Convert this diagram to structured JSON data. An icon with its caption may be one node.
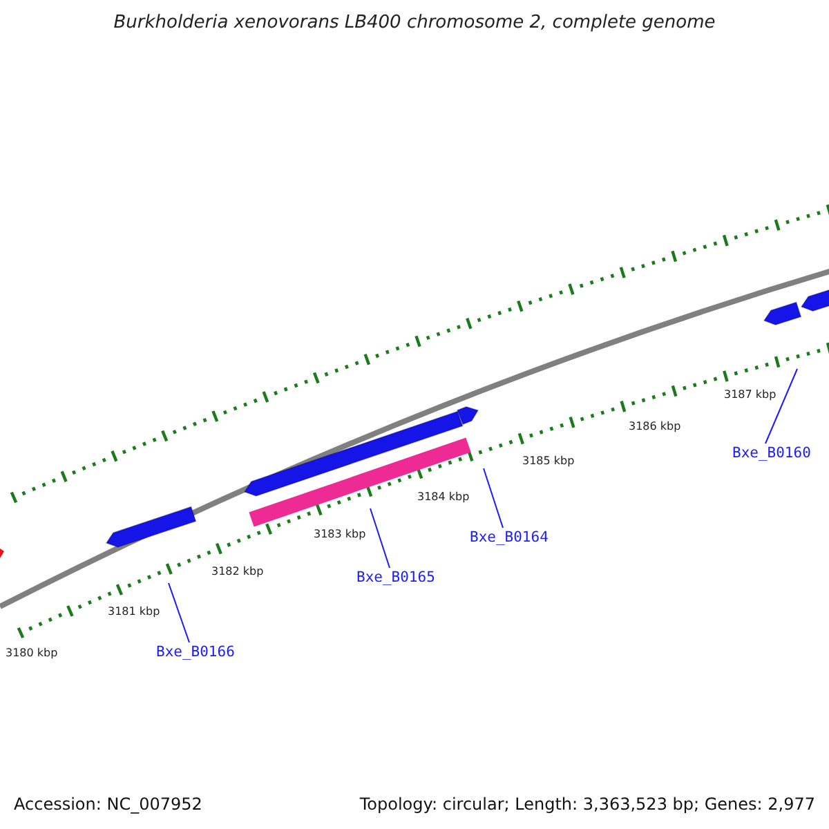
{
  "diagram": {
    "title": "Burkholderia xenovorans LB400 chromosome 2, complete genome",
    "nodes": [
      {
        "text": [],
        "shape": "arrow"
      },
      {
        "text": [],
        "shape": "arrow"
      },
      {
        "text": [],
        "shape": "bar"
      },
      {
        "text": [],
        "shape": "arrow"
      },
      {
        "text": [],
        "shape": "arrow"
      },
      {
        "text": [],
        "shape": "arrow"
      },
      {
        "text": [
          "Bxe_B0166"
        ]
      },
      {
        "text": [
          "Bxe_B0165"
        ]
      },
      {
        "text": [
          "Bxe_B0164"
        ]
      },
      {
        "text": [
          "Bxe_B0160"
        ]
      }
    ],
    "edges": [
      {
        "from": 6,
        "to": null,
        "arrow": "none"
      },
      {
        "from": 7,
        "to": null,
        "arrow": "none"
      },
      {
        "from": 8,
        "to": null,
        "arrow": "none"
      },
      {
        "from": 9,
        "to": null,
        "arrow": "none"
      }
    ],
    "labels": [
      "3180 kbp",
      "3181 kbp",
      "3182 kbp",
      "3183 kbp",
      "3184 kbp",
      "3185 kbp",
      "3186 kbp",
      "3187 kbp",
      "Accession: NC_007952",
      "Topology: circular; Length: 3,363,523 bp; Genes: 2,977"
    ]
  }
}
